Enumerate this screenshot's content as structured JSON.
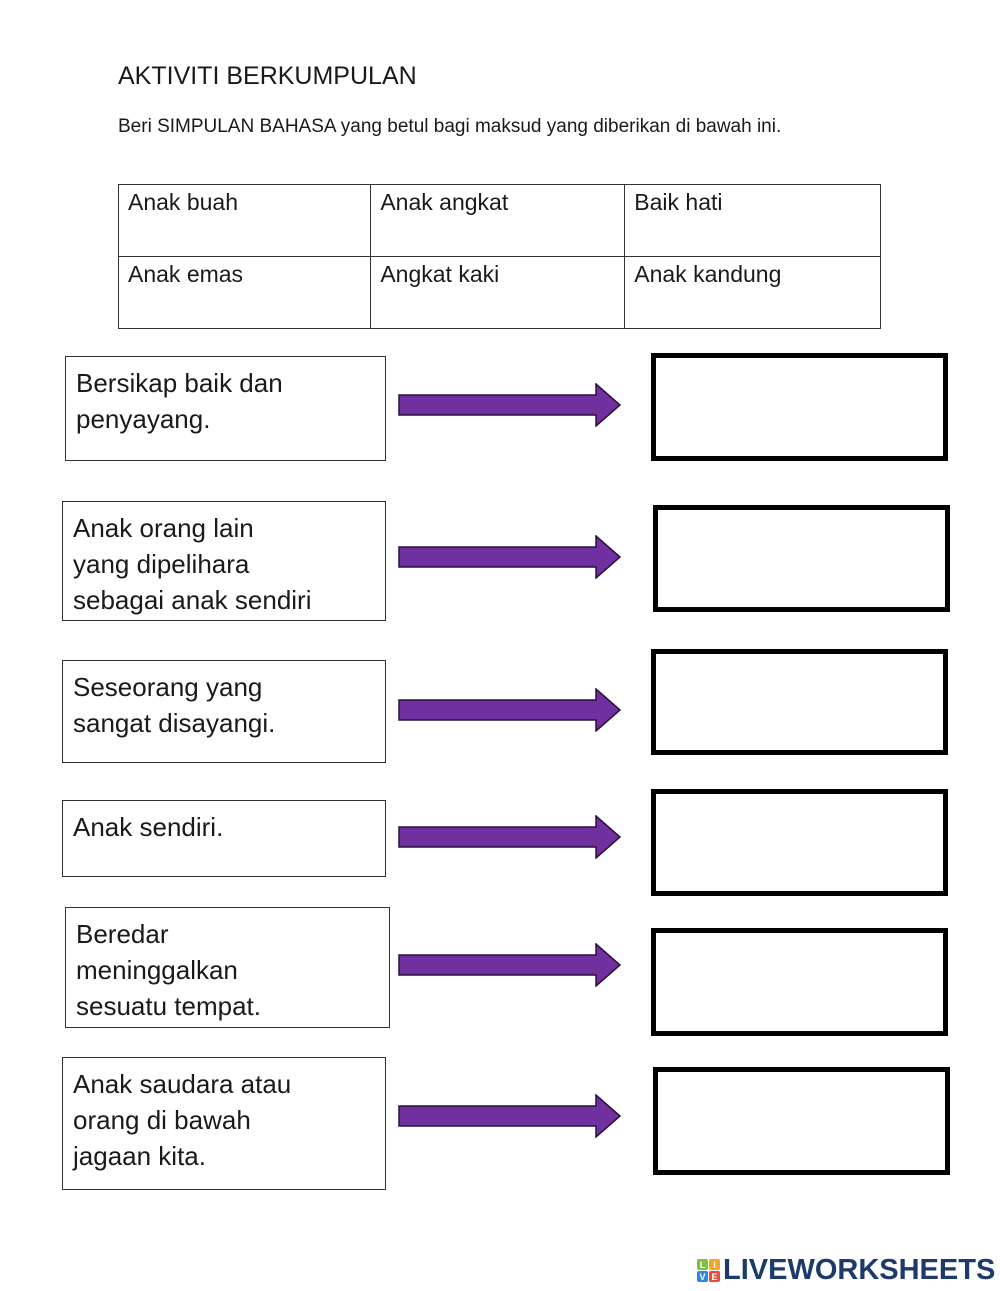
{
  "worksheet": {
    "title": "AKTIVITI BERKUMPULAN",
    "instruction": "Beri SIMPULAN BAHASA yang betul bagi maksud yang diberikan di bawah ini.",
    "word_bank": [
      [
        "Anak buah",
        "Anak angkat",
        "Baik hati"
      ],
      [
        "Anak emas",
        "Angkat kaki",
        "Anak kandung"
      ]
    ],
    "items": [
      {
        "meaning": "Bersikap baik dan\npenyayang.",
        "answer": ""
      },
      {
        "meaning": "Anak orang lain\nyang dipelihara\nsebagai anak sendiri",
        "answer": ""
      },
      {
        "meaning": "Seseorang yang\nsangat disayangi.",
        "answer": ""
      },
      {
        "meaning": "Anak sendiri.",
        "answer": ""
      },
      {
        "meaning": "Beredar\nmeninggalkan\nsesuatu tempat.",
        "answer": ""
      },
      {
        "meaning": "Anak saudara atau\norang di bawah\njagaan kita.",
        "answer": ""
      }
    ]
  },
  "colors": {
    "arrow_fill": "#7030a0",
    "arrow_stroke": "#2a1040",
    "logo_text": "#1d3a6b",
    "logo_tiles": [
      "#7cc242",
      "#f5a623",
      "#2e86de",
      "#e74c3c"
    ]
  },
  "logo": {
    "icon": "live-tiles-icon",
    "tiles": [
      "L",
      "I",
      "V",
      "E"
    ],
    "text": "LIVEWORKSHEETS"
  }
}
